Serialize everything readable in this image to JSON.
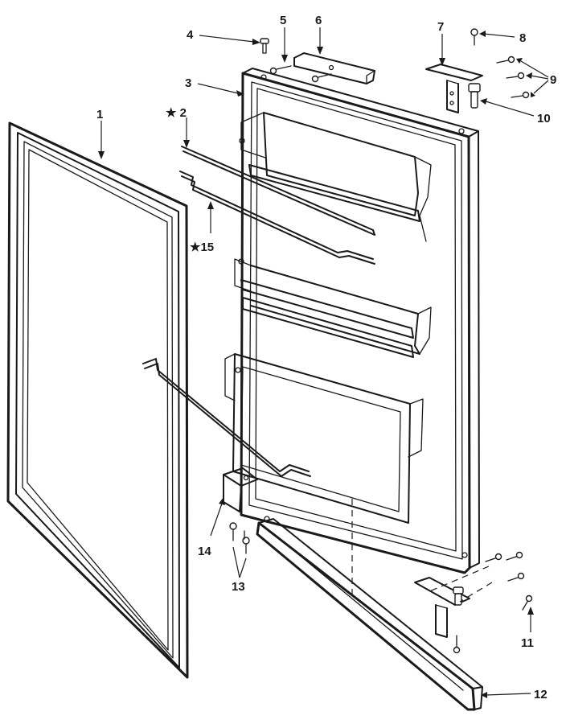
{
  "callouts": {
    "c1": "1",
    "c2": "★ 2",
    "c3": "3",
    "c4": "4",
    "c5": "5",
    "c6": "6",
    "c7": "7",
    "c8": "8",
    "c9": "9",
    "c10": "10",
    "c11": "11",
    "c12": "12",
    "c13": "13",
    "c14": "14",
    "c15": "★15"
  }
}
